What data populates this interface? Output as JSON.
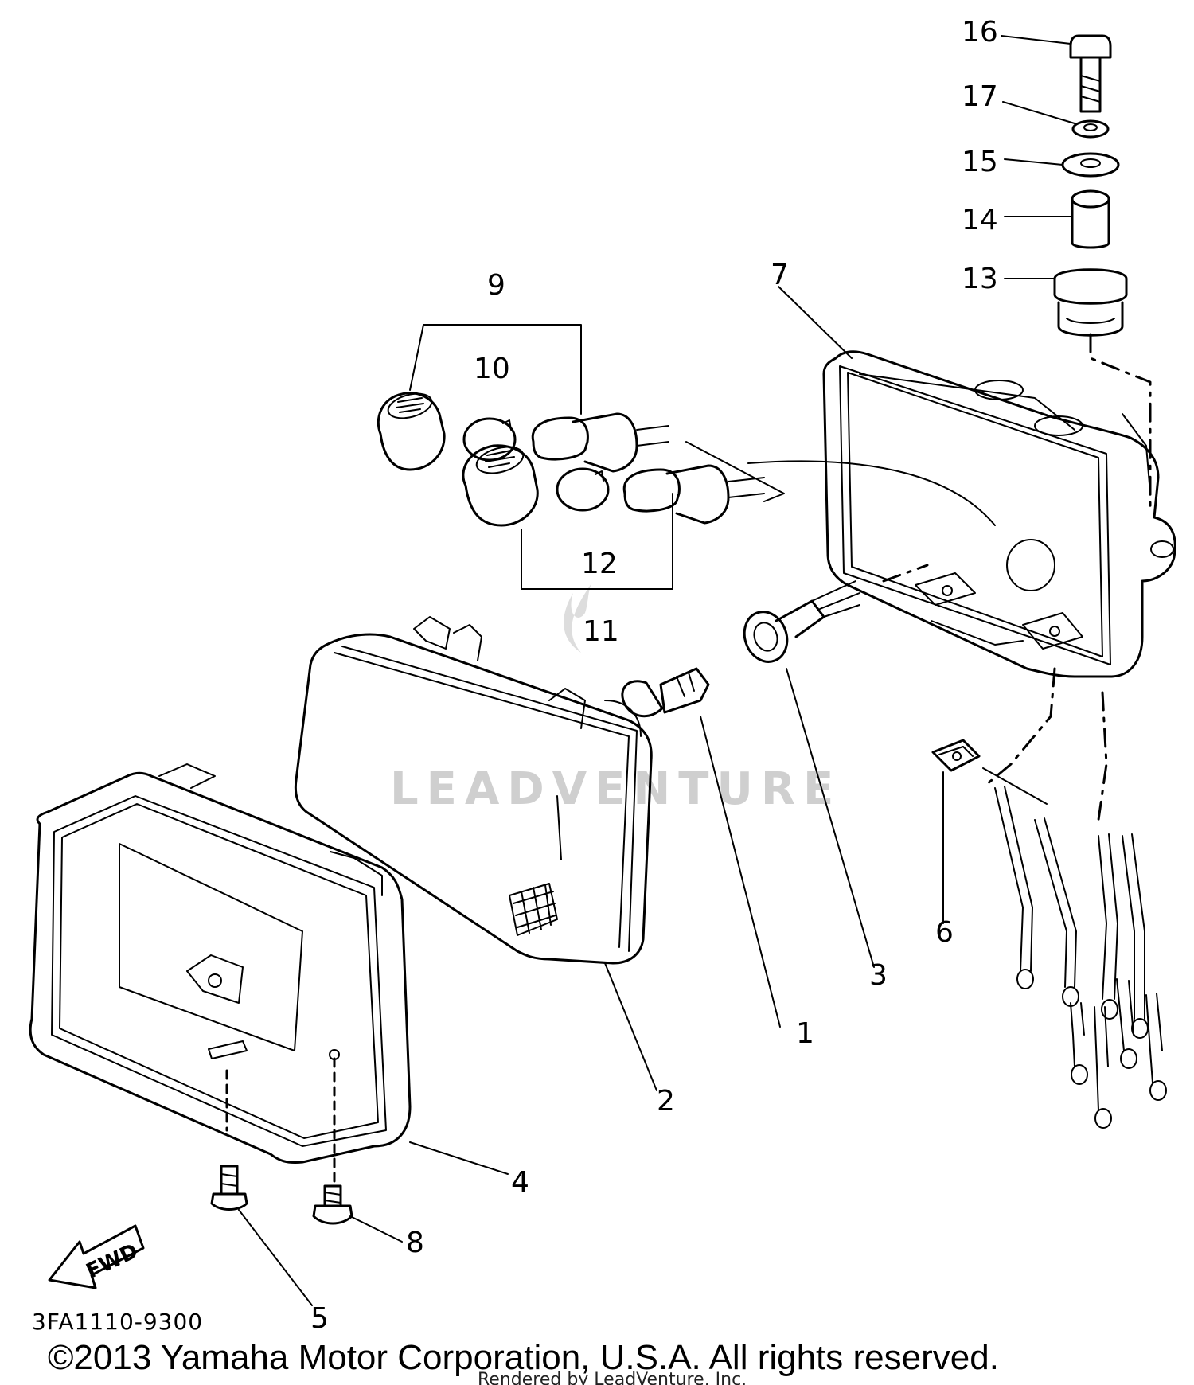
{
  "diagram": {
    "callouts": [
      "1",
      "2",
      "3",
      "4",
      "5",
      "6",
      "7",
      "8",
      "9",
      "10",
      "11",
      "12",
      "13",
      "14",
      "15",
      "16",
      "17"
    ],
    "diagram_code": "3FA1110-9300",
    "direction_label": "FWD",
    "copyright": "©2013 Yamaha Motor Corporation, U.S.A. All rights reserved.",
    "rendered_by": "Rendered by LeadVenture, Inc.",
    "watermark": "LEADVENTURE"
  }
}
